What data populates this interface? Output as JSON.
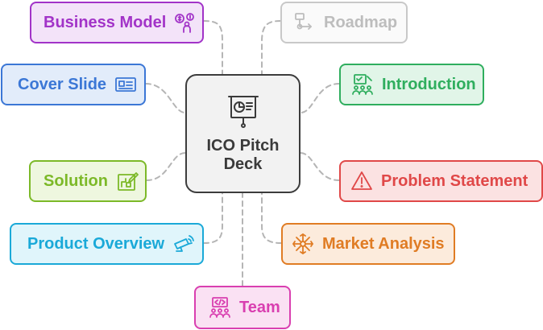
{
  "center": {
    "title": "ICO Pitch\nDeck",
    "icon": "presentation-chart-icon"
  },
  "nodes": {
    "business_model": {
      "label": "Business Model",
      "icon": "money-person-icon",
      "color": "#a233c8",
      "bg": "#f3e3f9"
    },
    "roadmap": {
      "label": "Roadmap",
      "icon": "flowchart-icon",
      "color": "#bdbdbd",
      "bg": "#fafafa"
    },
    "cover_slide": {
      "label": "Cover Slide",
      "icon": "id-card-icon",
      "color": "#3b77d6",
      "bg": "#e2ecfa"
    },
    "introduction": {
      "label": "Introduction",
      "icon": "team-board-icon",
      "color": "#2fae5e",
      "bg": "#e1f5e8"
    },
    "solution": {
      "label": "Solution",
      "icon": "blueprint-icon",
      "color": "#7cb928",
      "bg": "#eef7df"
    },
    "problem_statement": {
      "label": "Problem Statement",
      "icon": "warning-icon",
      "color": "#e04848",
      "bg": "#fbe2e2"
    },
    "product_overview": {
      "label": "Product Overview",
      "icon": "security-camera-icon",
      "color": "#1aa9d8",
      "bg": "#e0f5fb"
    },
    "market_analysis": {
      "label": "Market Analysis",
      "icon": "network-burst-icon",
      "color": "#e07c24",
      "bg": "#fcebdc"
    },
    "team": {
      "label": "Team",
      "icon": "developer-team-icon",
      "color": "#d93fb0",
      "bg": "#fae1f3"
    }
  }
}
